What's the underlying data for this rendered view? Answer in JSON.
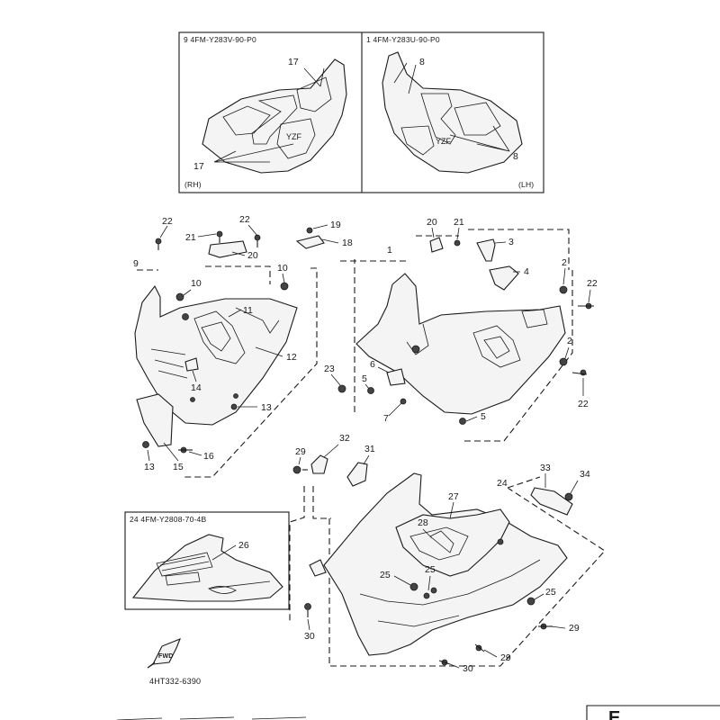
{
  "insets": {
    "rh": {
      "caption": "9 4FM-Y283V-90-P0",
      "side": "(RH)"
    },
    "lh": {
      "caption": "1 4FM-Y283U-90-P0",
      "side": "(LH)"
    },
    "lower": {
      "caption": "24 4FM-Y2808-70-4B"
    }
  },
  "labels": {
    "l17a": "17",
    "l17b": "17",
    "l8a": "8",
    "l8b": "8",
    "l22a": "22",
    "l21a": "21",
    "l22b": "22",
    "l19": "19",
    "l18": "18",
    "l20a": "20",
    "l10a": "10",
    "l10b": "10",
    "l9": "9",
    "l11": "11",
    "l12": "12",
    "l14": "14",
    "l13a": "13",
    "l16": "16",
    "l13b": "13",
    "l15": "15",
    "l20b": "20",
    "l21b": "21",
    "l1": "1",
    "l3": "3",
    "l4": "4",
    "l2a": "2",
    "l22c": "22",
    "l2b": "2",
    "l23": "23",
    "l6": "6",
    "l5a": "5",
    "l7": "7",
    "l5b": "5",
    "l22d": "22",
    "l29a": "29",
    "l32": "32",
    "l31": "31",
    "l24": "24",
    "l33": "33",
    "l34": "34",
    "l27": "27",
    "l26": "26",
    "l28": "28",
    "l25a": "25",
    "l25b": "25",
    "l25c": "25",
    "l30a": "30",
    "l29b": "29",
    "l29c": "29",
    "l30b": "30"
  },
  "fwd_label": "FWD",
  "footer_code": "4HT332-6390",
  "page_tab": "E"
}
